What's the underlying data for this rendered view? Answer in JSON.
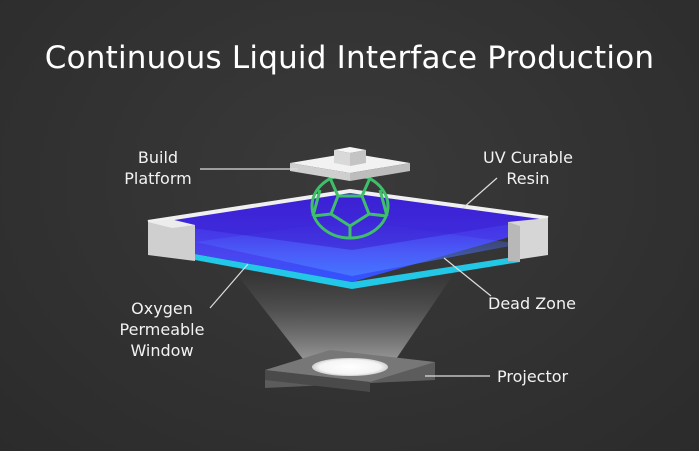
{
  "title": "Continuous Liquid Interface Production",
  "labels": {
    "build_platform": [
      "Build",
      "Platform"
    ],
    "uv_resin": [
      "UV Curable",
      "Resin"
    ],
    "oxygen_window": [
      "Oxygen",
      "Permeable",
      "Window"
    ],
    "dead_zone": [
      "Dead Zone"
    ],
    "projector": [
      "Projector"
    ]
  },
  "colors": {
    "background": "#333333",
    "resin_blue": "#3a1fd6",
    "resin_light": "#5a55ff",
    "window_cyan": "#22c8e6",
    "tray_edge": "#e8e8e8",
    "part_green": "#3fbf6a",
    "projector_body": "#5a5a5a",
    "leader_line": "#dddddd"
  }
}
